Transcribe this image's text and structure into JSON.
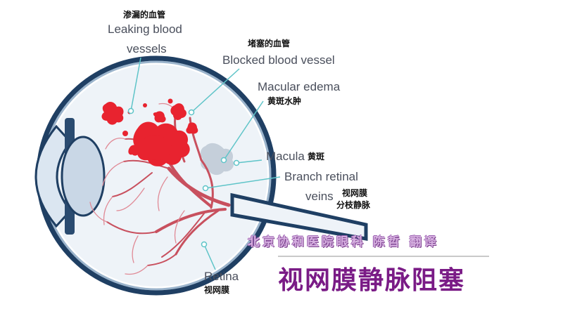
{
  "labels": {
    "leaking": {
      "cn": "渗漏的血管",
      "en_line1": "Leaking blood",
      "en_line2": "vessels"
    },
    "blocked": {
      "cn": "堵塞的血管",
      "en": "Blocked blood vessel"
    },
    "edema": {
      "en": "Macular edema",
      "cn": "黄斑水肿"
    },
    "macula": {
      "en": "Macula",
      "cn": "黄斑"
    },
    "branch": {
      "en_line1": "Branch retinal",
      "en_line2": "veins",
      "cn_line1": "视网膜",
      "cn_line2": "分枝静脉"
    },
    "retina": {
      "en": "Retina",
      "cn": "视网膜"
    }
  },
  "credit": "北京协和医院眼科 陈哲 翻译",
  "title": "视网膜静脉阻塞",
  "colors": {
    "sclera": "#1f3f63",
    "eye_inner": "#e8eff6",
    "lens": "#c9d7e6",
    "hemorrhage": "#e8232f",
    "vessel": "#c8505e",
    "macula": "#c9d2dc",
    "leader": "#5ec4c8",
    "title": "#7a1b86"
  }
}
